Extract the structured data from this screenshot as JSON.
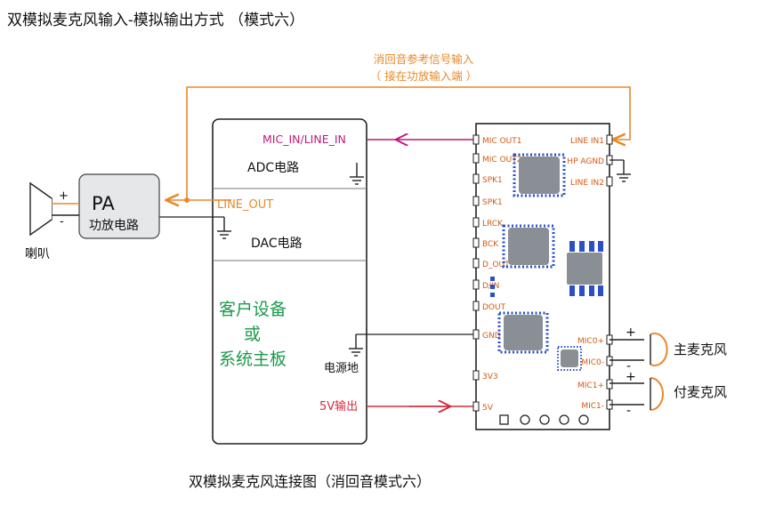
{
  "title": "双模拟麦克风输入-模拟输出方式 （模式六）",
  "caption": "双模拟麦克风连接图（消回音模式六）",
  "colors": {
    "orange": "#e8892a",
    "magenta": "#c2187a",
    "red": "#d62b40",
    "green": "#1a9a4a",
    "pin_text": "#d35a12",
    "chip": "#8a8f96",
    "chip_pin": "#2a4fc7",
    "stroke": "#222222"
  },
  "labels": {
    "ref_signal_line1": "消回音参考信号输入",
    "ref_signal_line2": "（ 接在功放输入端 ）",
    "mic_in_line_in": "MIC_IN/LINE_IN",
    "adc": "ADC电路",
    "line_out": "LINE_OUT",
    "dac": "DAC电路",
    "customer_line1": "客户设备",
    "customer_line2": "或",
    "customer_line3": "系统主板",
    "power_ground": "电源地",
    "five_v_out": "5V输出",
    "pa": "PA",
    "pa_sub": "功放电路",
    "speaker": "喇叭",
    "main_mic": "主麦克风",
    "aux_mic": "付麦克风",
    "plus": "+",
    "minus": "-"
  },
  "module": {
    "left_pins": [
      "MIC OUT1",
      "MIC OUT2",
      "SPK1",
      "SPK1",
      "LRCK",
      "BCK",
      "D_OUT",
      "D/IN",
      "DOUT",
      "GND",
      "3V3",
      "5V"
    ],
    "right_pins": [
      "LINE IN1",
      "HP AGND",
      "LINE IN2",
      "MIC0+",
      "MIC0-",
      "MIC1+",
      "MIC1-"
    ]
  }
}
